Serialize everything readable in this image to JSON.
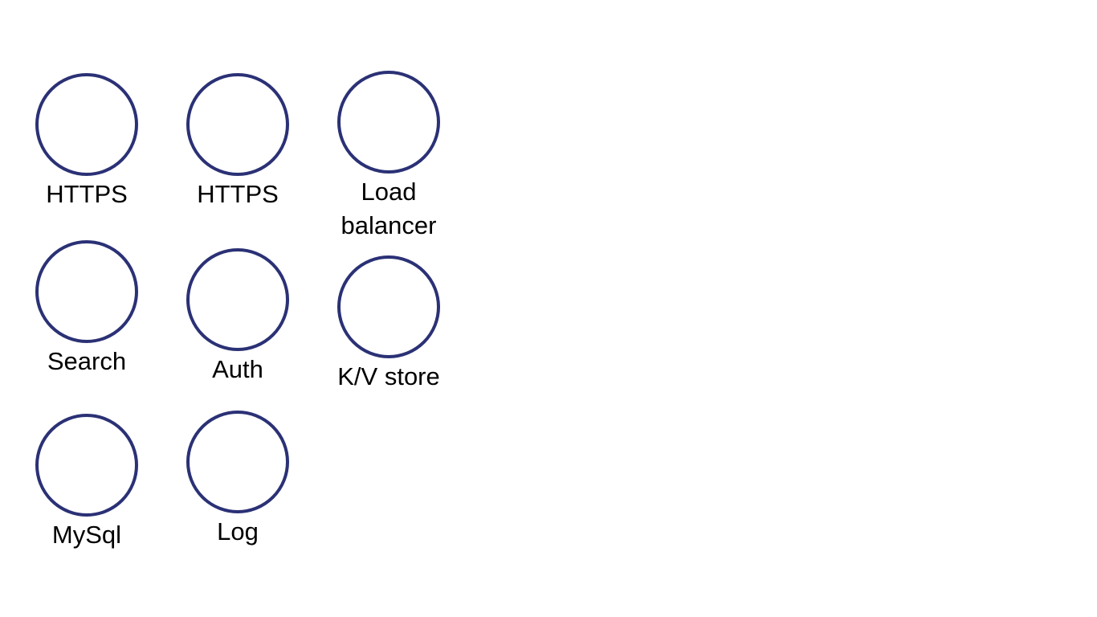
{
  "diagram": {
    "stroke_color": "#2b3175",
    "label_color": "#000000",
    "nodes": [
      {
        "label": "HTTPS"
      },
      {
        "label": "HTTPS"
      },
      {
        "label": "Load\nbalancer"
      },
      {
        "label": "Search"
      },
      {
        "label": "Auth"
      },
      {
        "label": "K/V store"
      },
      {
        "label": "MySql"
      },
      {
        "label": "Log"
      }
    ]
  }
}
